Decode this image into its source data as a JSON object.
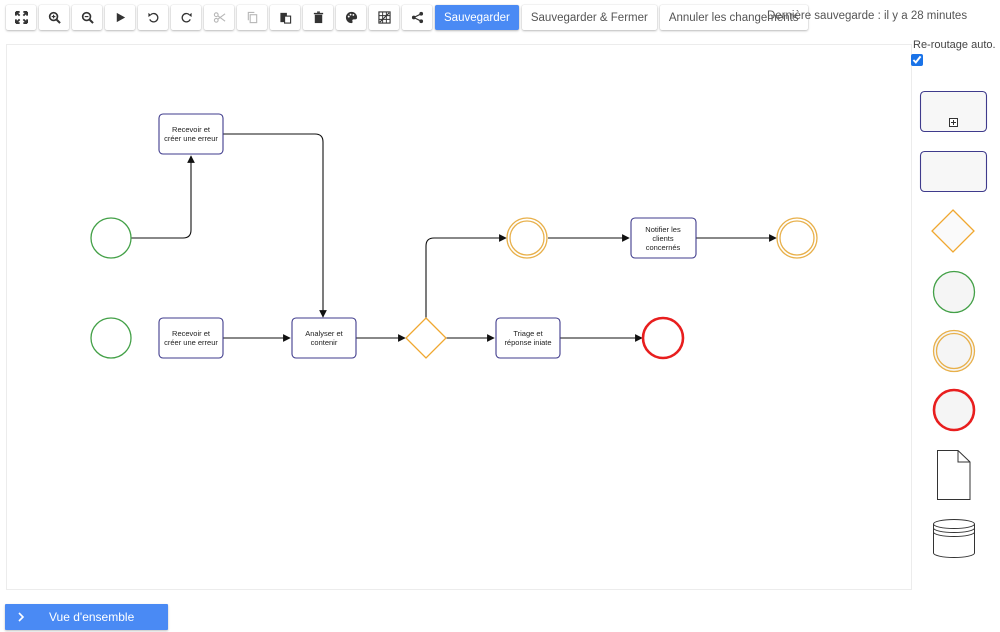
{
  "toolbar": {
    "icons": [
      "fit-screen-icon",
      "zoom-in-icon",
      "zoom-out-icon",
      "play-icon",
      "undo-icon",
      "redo-icon",
      "cut-icon",
      "copy-icon",
      "paste-icon",
      "delete-icon",
      "palette-icon",
      "grid-icon",
      "share-icon"
    ],
    "save_label": "Sauvegarder",
    "save_close_label": "Sauvegarder & Fermer",
    "cancel_label": "Annuler les changements",
    "last_save": "Dernière sauvegarde : il y a 28 minutes"
  },
  "reroute": {
    "label": "Re-routage auto.",
    "checked": true
  },
  "diagram": {
    "tasks": {
      "receive_top": "Recevoir et créer une erreur",
      "receive_bottom": "Recevoir et créer une erreur",
      "analyze": "Analyser et contenir",
      "triage": "Triage et réponse iniate",
      "notify": "Notifier les clients concernés"
    }
  },
  "palette": {
    "items": [
      "subprocess",
      "task",
      "gateway",
      "start-event",
      "intermediate-event",
      "end-event",
      "data-object",
      "data-store"
    ]
  },
  "colors": {
    "accent": "#4a8af4",
    "task_stroke": "#3f3b8c",
    "start_event": "#43a047",
    "intermediate_event": "#e8b04a",
    "end_event": "#e81e1e",
    "gateway": "#f0a830"
  },
  "overview": {
    "label": "Vue d'ensemble"
  }
}
